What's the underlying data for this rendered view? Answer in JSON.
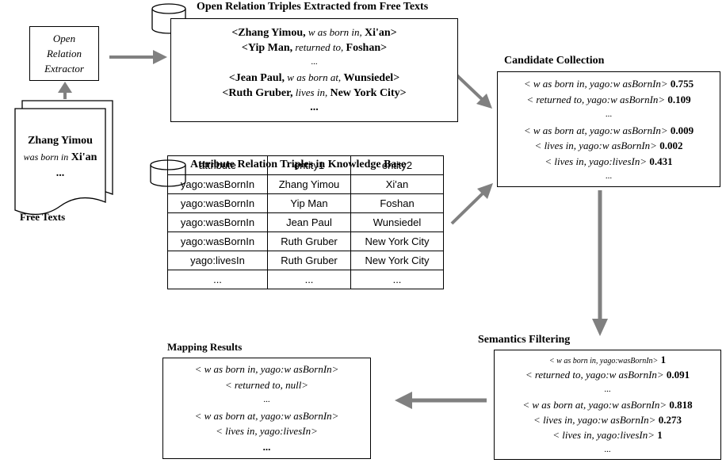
{
  "extractor": {
    "lines": [
      "Open",
      "Relation",
      "Extractor"
    ]
  },
  "free_texts": {
    "doc_subject": "Zhang Yimou",
    "doc_predicate": "was born in",
    "doc_object": "Xi'an",
    "doc_ellipsis": "...",
    "label": "Free Texts"
  },
  "triples": {
    "title": "Open Relation Triples Extracted from Free Texts",
    "items": [
      {
        "subject": "<Zhang Yimou,",
        "predicate": " w as born in, ",
        "object": "Xi'an>"
      },
      {
        "subject": "<Yip Man,",
        "predicate": " returned to, ",
        "object": "Foshan>"
      },
      {
        "ellipsis": "..."
      },
      {
        "subject": "<Jean Paul,",
        "predicate": " w as born at, ",
        "object": "Wunsiedel>"
      },
      {
        "subject": "<Ruth Gruber,",
        "predicate": " lives in, ",
        "object": "New York City>"
      },
      {
        "ellipsis_bold": "..."
      }
    ]
  },
  "kb": {
    "title": "Attribute Relation Triples in Knowledge Base",
    "headers": [
      "attribute",
      "entity1",
      "entity2"
    ],
    "rows": [
      [
        "yago:wasBornIn",
        "Zhang Yimou",
        "Xi'an"
      ],
      [
        "yago:wasBornIn",
        "Yip Man",
        "Foshan"
      ],
      [
        "yago:wasBornIn",
        "Jean Paul",
        "Wunsiedel"
      ],
      [
        "yago:wasBornIn",
        "Ruth Gruber",
        "New York City"
      ],
      [
        "yago:livesIn",
        "Ruth Gruber",
        "New York City"
      ],
      [
        "...",
        "...",
        "..."
      ]
    ]
  },
  "candidate": {
    "title": "Candidate Collection",
    "items": [
      {
        "text": "< w as born in, yago:w asBornIn>",
        "score": " 0.755"
      },
      {
        "text": "< returned to, yago:w asBornIn>",
        "score": " 0.109"
      },
      {
        "text": "...",
        "score": ""
      },
      {
        "text": "< w as born at, yago:w asBornIn>",
        "score": " 0.009"
      },
      {
        "text": "< lives in, yago:w asBornIn>",
        "score": " 0.002"
      },
      {
        "text": "< lives in, yago:livesIn>",
        "score": " 0.431"
      },
      {
        "text": "...",
        "score": ""
      }
    ]
  },
  "filtering": {
    "title": "Semantics Filtering",
    "items": [
      {
        "text": "< w as born in, yago:wasBornIn>",
        "score": " 1"
      },
      {
        "text": "< returned to, yago:w asBornIn>",
        "score": " 0.091"
      },
      {
        "text": "...",
        "score": ""
      },
      {
        "text": "< w as born at, yago:w asBornIn>",
        "score": " 0.818"
      },
      {
        "text": "< lives in, yago:w asBornIn>",
        "score": " 0.273"
      },
      {
        "text": "< lives in, yago:livesIn>",
        "score": " 1"
      },
      {
        "text": "...",
        "score": ""
      }
    ]
  },
  "mapping": {
    "title": "Mapping Results",
    "items": [
      {
        "text": "< w as born in, yago:w asBornIn>"
      },
      {
        "text": "< returned to, null>"
      },
      {
        "text": "..."
      },
      {
        "text": "< w as born at, yago:w asBornIn>"
      },
      {
        "text": "< lives in, yago:livesIn>"
      },
      {
        "text_bold": "..."
      }
    ]
  },
  "colors": {
    "arrow": "#808080",
    "stroke": "#000000"
  }
}
